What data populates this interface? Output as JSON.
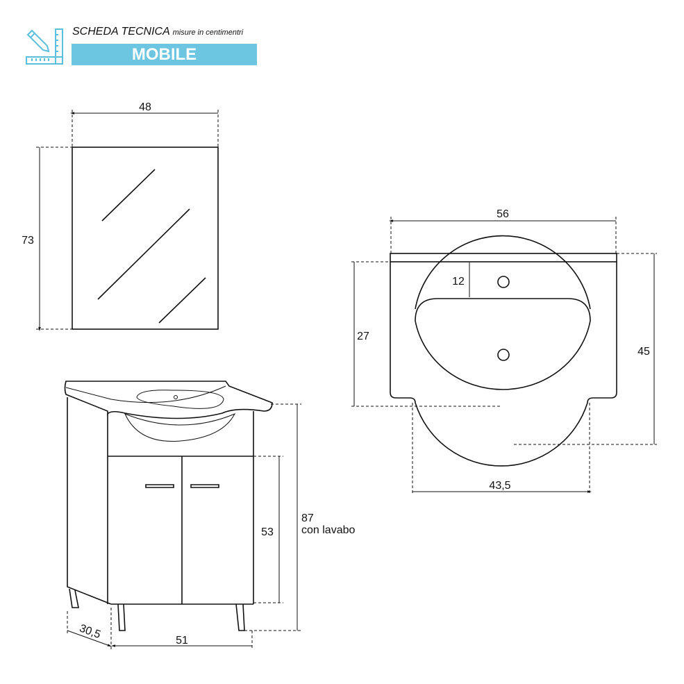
{
  "header": {
    "title": "SCHEDA TECNICA",
    "subtitle": "misure in centimentri",
    "section": "MOBILE",
    "icon": "ruler-pencil-icon",
    "accent": "#6cc6e2"
  },
  "mirror": {
    "width": "48",
    "height": "73"
  },
  "cabinet": {
    "width": "51",
    "depth": "30,5",
    "door_height": "53",
    "total_height": "87",
    "total_height_note": "con lavabo"
  },
  "sink_top_view": {
    "width": "56",
    "depth": "45",
    "bowl_depth": "27",
    "tap_offset": "12",
    "bowl_width": "43,5"
  }
}
